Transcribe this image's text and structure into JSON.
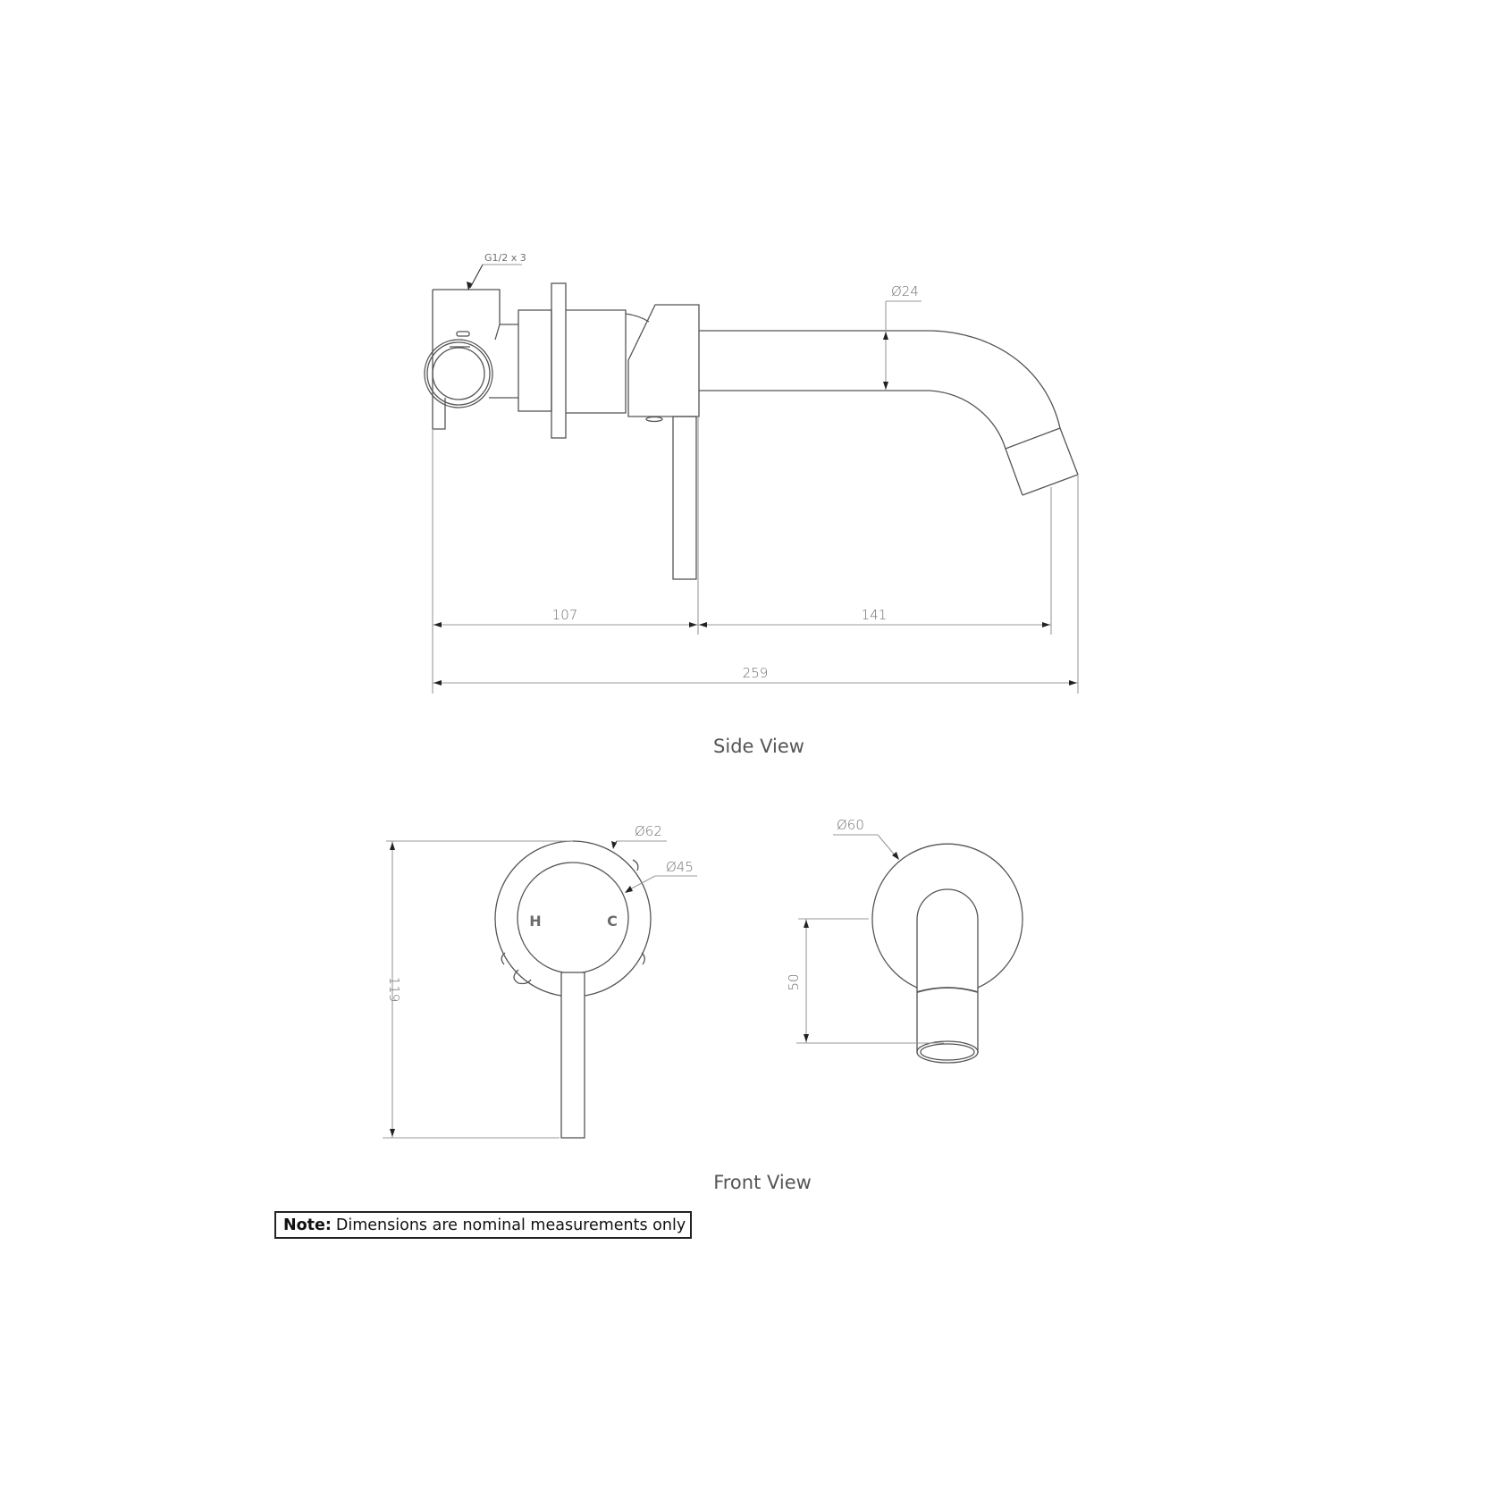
{
  "side_view": {
    "label": "Side View",
    "thread_callout": "G1/2 x 3",
    "spout_diameter": "Ø24",
    "dim_body_to_wall": "107",
    "dim_spout_projection": "141",
    "dim_overall_depth": "259"
  },
  "front_view": {
    "label": "Front View",
    "mixer_plate_diameter": "Ø62",
    "mixer_handle_diameter": "Ø45",
    "hot_label": "H",
    "cold_label": "C",
    "dim_mixer_height": "119",
    "spout_plate_diameter": "Ø60",
    "dim_spout_drop": "50"
  },
  "note": {
    "prefix": "Note:",
    "text": "Dimensions are nominal measurements only"
  },
  "colors": {
    "line": "#555555",
    "dimension_line": "#9a9a9a",
    "text": "#6e6e6e",
    "background": "#ffffff"
  }
}
